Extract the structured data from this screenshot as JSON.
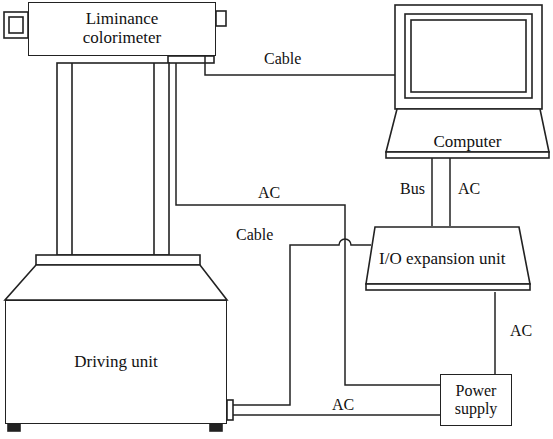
{
  "diagram": {
    "nodes": [
      {
        "text": [
          "Liminance colorimeter"
        ]
      },
      {
        "text": [
          "Computer"
        ]
      },
      {
        "text": [
          "I/O expansion unit"
        ]
      },
      {
        "text": [
          "Driving unit"
        ]
      },
      {
        "text": [
          "Power supply"
        ]
      }
    ],
    "edges": [
      {
        "from": 0,
        "to": 1,
        "label": "Cable",
        "arrow": "none"
      },
      {
        "from": 1,
        "to": 2,
        "label": "Bus",
        "arrow": "none"
      },
      {
        "from": 1,
        "to": 2,
        "label": "AC",
        "arrow": "none"
      },
      {
        "from": 0,
        "to": 4,
        "label": "AC",
        "arrow": "none"
      },
      {
        "from": 3,
        "to": 2,
        "label": "Cable",
        "arrow": "none"
      },
      {
        "from": 3,
        "to": 4,
        "label": "AC",
        "arrow": "none"
      },
      {
        "from": 2,
        "to": 4,
        "label": "AC",
        "arrow": "none"
      }
    ]
  }
}
